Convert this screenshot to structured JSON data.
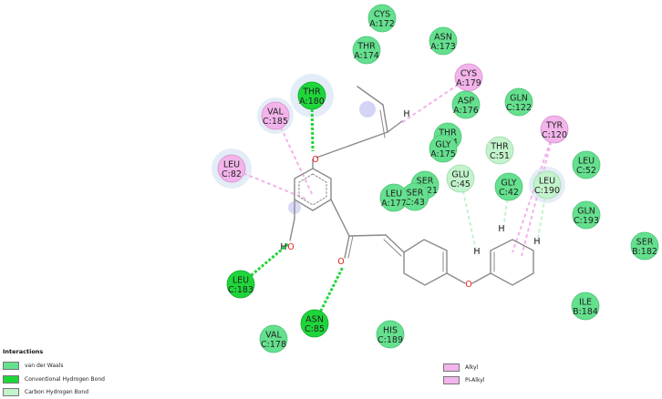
{
  "colors": {
    "vdw": "#64e08e",
    "hbond": "#1fd63a",
    "chbond": "#c3f3cc",
    "alkyl": "#f2b4ea",
    "halo": "#dde8f5",
    "bond": "#8a8a8a",
    "atom_o": "#e02020"
  },
  "residues": [
    {
      "id": "cys-a172",
      "l1": "CYS",
      "l2": "A:172",
      "type": "vdw"
    },
    {
      "id": "asn-a173",
      "l1": "ASN",
      "l2": "A:173",
      "type": "vdw"
    },
    {
      "id": "thr-a174",
      "l1": "THR",
      "l2": "A:174",
      "type": "vdw"
    },
    {
      "id": "cys-a179",
      "l1": "CYS",
      "l2": "A:179",
      "type": "alkyl"
    },
    {
      "id": "thr-a180",
      "l1": "THR",
      "l2": "A:180",
      "type": "hbond"
    },
    {
      "id": "asp-a176",
      "l1": "ASP",
      "l2": "A:176",
      "type": "vdw"
    },
    {
      "id": "gln-c122",
      "l1": "GLN",
      "l2": "C:122",
      "type": "vdw"
    },
    {
      "id": "val-c185",
      "l1": "VAL",
      "l2": "C:185",
      "type": "alkyl"
    },
    {
      "id": "tyr-c120",
      "l1": "TYR",
      "l2": "C:120",
      "type": "alkyl"
    },
    {
      "id": "thr-c44",
      "l1": "THR",
      "l2": "C:44",
      "type": "vdw"
    },
    {
      "id": "gly-a175",
      "l1": "GLY",
      "l2": "A:175",
      "type": "vdw"
    },
    {
      "id": "thr-c51",
      "l1": "THR",
      "l2": "C:51",
      "type": "chbond"
    },
    {
      "id": "leu-c82",
      "l1": "LEU",
      "l2": "C:82",
      "type": "alkyl"
    },
    {
      "id": "leu-c52",
      "l1": "LEU",
      "l2": "C:52",
      "type": "vdw"
    },
    {
      "id": "glu-c45",
      "l1": "GLU",
      "l2": "C:45",
      "type": "chbond"
    },
    {
      "id": "gly-c42",
      "l1": "GLY",
      "l2": "C:42",
      "type": "vdw"
    },
    {
      "id": "leu-c190",
      "l1": "LEU",
      "l2": "C:190",
      "type": "chbond"
    },
    {
      "id": "ser-c121",
      "l1": "SER",
      "l2": "C:121",
      "type": "vdw"
    },
    {
      "id": "ser-c43",
      "l1": "SER",
      "l2": "C:43",
      "type": "vdw"
    },
    {
      "id": "leu-a177",
      "l1": "LEU",
      "l2": "A:177",
      "type": "vdw"
    },
    {
      "id": "gln-c193",
      "l1": "GLN",
      "l2": "C:193",
      "type": "vdw"
    },
    {
      "id": "ser-b182",
      "l1": "SER",
      "l2": "B:182",
      "type": "vdw"
    },
    {
      "id": "leu-c183",
      "l1": "LEU",
      "l2": "C:183",
      "type": "hbond"
    },
    {
      "id": "asn-c85",
      "l1": "ASN",
      "l2": "C:85",
      "type": "hbond"
    },
    {
      "id": "ile-b184",
      "l1": "ILE",
      "l2": "B:184",
      "type": "vdw"
    },
    {
      "id": "val-c178",
      "l1": "VAL",
      "l2": "C:178",
      "type": "vdw"
    },
    {
      "id": "his-c189",
      "l1": "HIS",
      "l2": "C:189",
      "type": "vdw"
    }
  ],
  "atom_labels": {
    "h_terminal": "H",
    "o_hydroxyl": "H",
    "h_ring_1": "H",
    "h_ring_2": "H",
    "h_ring_3": "H"
  },
  "legend": {
    "title": "Interactions",
    "items": [
      {
        "id": "van-der-waals",
        "label": "van der Waals",
        "type": "vdw"
      },
      {
        "id": "conventional-hbond",
        "label": "Conventional Hydrogen Bond",
        "type": "hbond"
      },
      {
        "id": "carbon-hbond",
        "label": "Carbon Hydrogen Bond",
        "type": "chbond"
      },
      {
        "id": "alkyl",
        "label": "Alkyl",
        "type": "alkyl"
      },
      {
        "id": "pi-alkyl",
        "label": "Pi-Alkyl",
        "type": "alkyl"
      }
    ]
  }
}
